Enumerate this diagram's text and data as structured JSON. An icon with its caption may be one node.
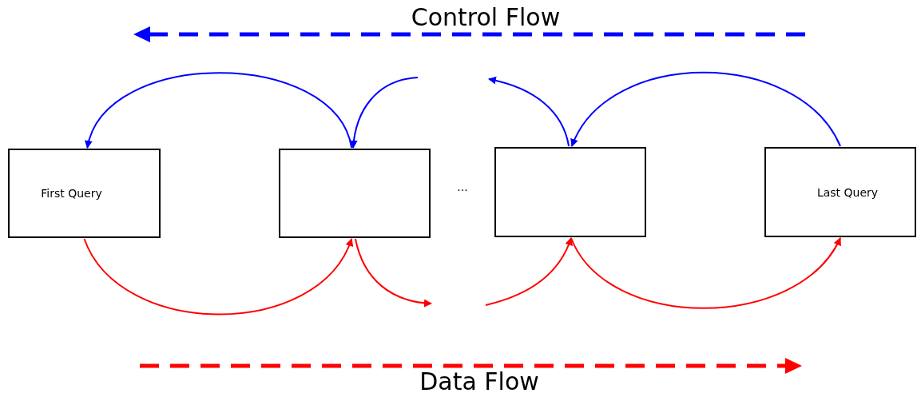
{
  "diagram": {
    "nodes": [
      {
        "text": [
          "First Query"
        ]
      },
      {
        "text": [],
        "shape": "box"
      },
      {
        "text": [],
        "shape": "box"
      },
      {
        "text": [
          "Last Query"
        ]
      }
    ],
    "edges": [
      {
        "from": 1,
        "to": 0,
        "arrow": "to",
        "color": "#0000ff"
      },
      {
        "from": null,
        "to": 1,
        "arrow": "to",
        "color": "#0000ff"
      },
      {
        "from": 2,
        "to": null,
        "arrow": "to",
        "color": "#0000ff"
      },
      {
        "from": 3,
        "to": 2,
        "arrow": "to",
        "color": "#0000ff"
      },
      {
        "from": 0,
        "to": 1,
        "arrow": "to",
        "color": "#ff0000"
      },
      {
        "from": 1,
        "to": null,
        "arrow": "to",
        "color": "#ff0000"
      },
      {
        "from": null,
        "to": 2,
        "arrow": "to",
        "color": "#ff0000"
      },
      {
        "from": 2,
        "to": 3,
        "arrow": "to",
        "color": "#ff0000"
      }
    ],
    "labels": [
      "Control Flow",
      "...",
      "Data Flow"
    ]
  }
}
